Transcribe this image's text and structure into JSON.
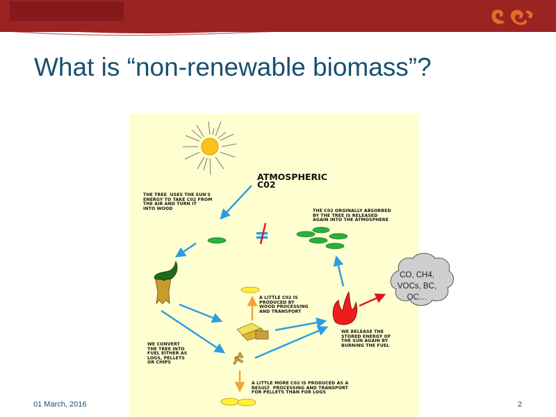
{
  "slide": {
    "title": "What is “non-renewable biomass”?",
    "footer_date": "01 March, 2016",
    "page_number": "2",
    "brand_colors": {
      "header": "#9b2423",
      "title": "#17506f",
      "logo": "#e86a28"
    }
  },
  "diagram": {
    "background": "#fefed0",
    "atmospheric_label": "ATMOSPHERIC\nC02",
    "not_equal_symbol": "≠",
    "labels": {
      "tree_uses_sun": "THE TREE  USES THE SUN'S\nENERGY TO TAKE C02 FROM\nTHE AIR AND TURN IT\nINTO WOOD",
      "c02_released": "THE C02 ORGINALLY ABSORBED\nBY THE TREE IS RELEASED\nAGAIN INTO THE ATMOSPHERE",
      "little_c02": "A LITTLE C02 IS\nPRODUCED BY\nWOOD PROCESSING\nAND TRANSPORT",
      "release_energy": "WE RELEASE THE\nSTORED ENERGY OF\nTHE SUN AGAIN BY\nBURNING THE FUEL",
      "convert_tree": "WE CONVERT\nTHE TREE INTO\nFUEL EITHER AS\nLOGS, PELLETS\nOR CHIPS",
      "little_more_c02": "A LITTLE MORE C02 IS PRODUCED AS A\nRESULT  PROCESSING AND TRANSPORT\nFOR PELLETS THAN FOR LOGS"
    },
    "cloud_text": "CO, CH4,\nVOCs, BC,\nOC…",
    "icons": [
      "sun-icon",
      "tree-icon",
      "logs-icon",
      "chips-icon",
      "flame-icon",
      "cloud-icon",
      "green-disc-icon",
      "yellow-disc-icon"
    ]
  }
}
